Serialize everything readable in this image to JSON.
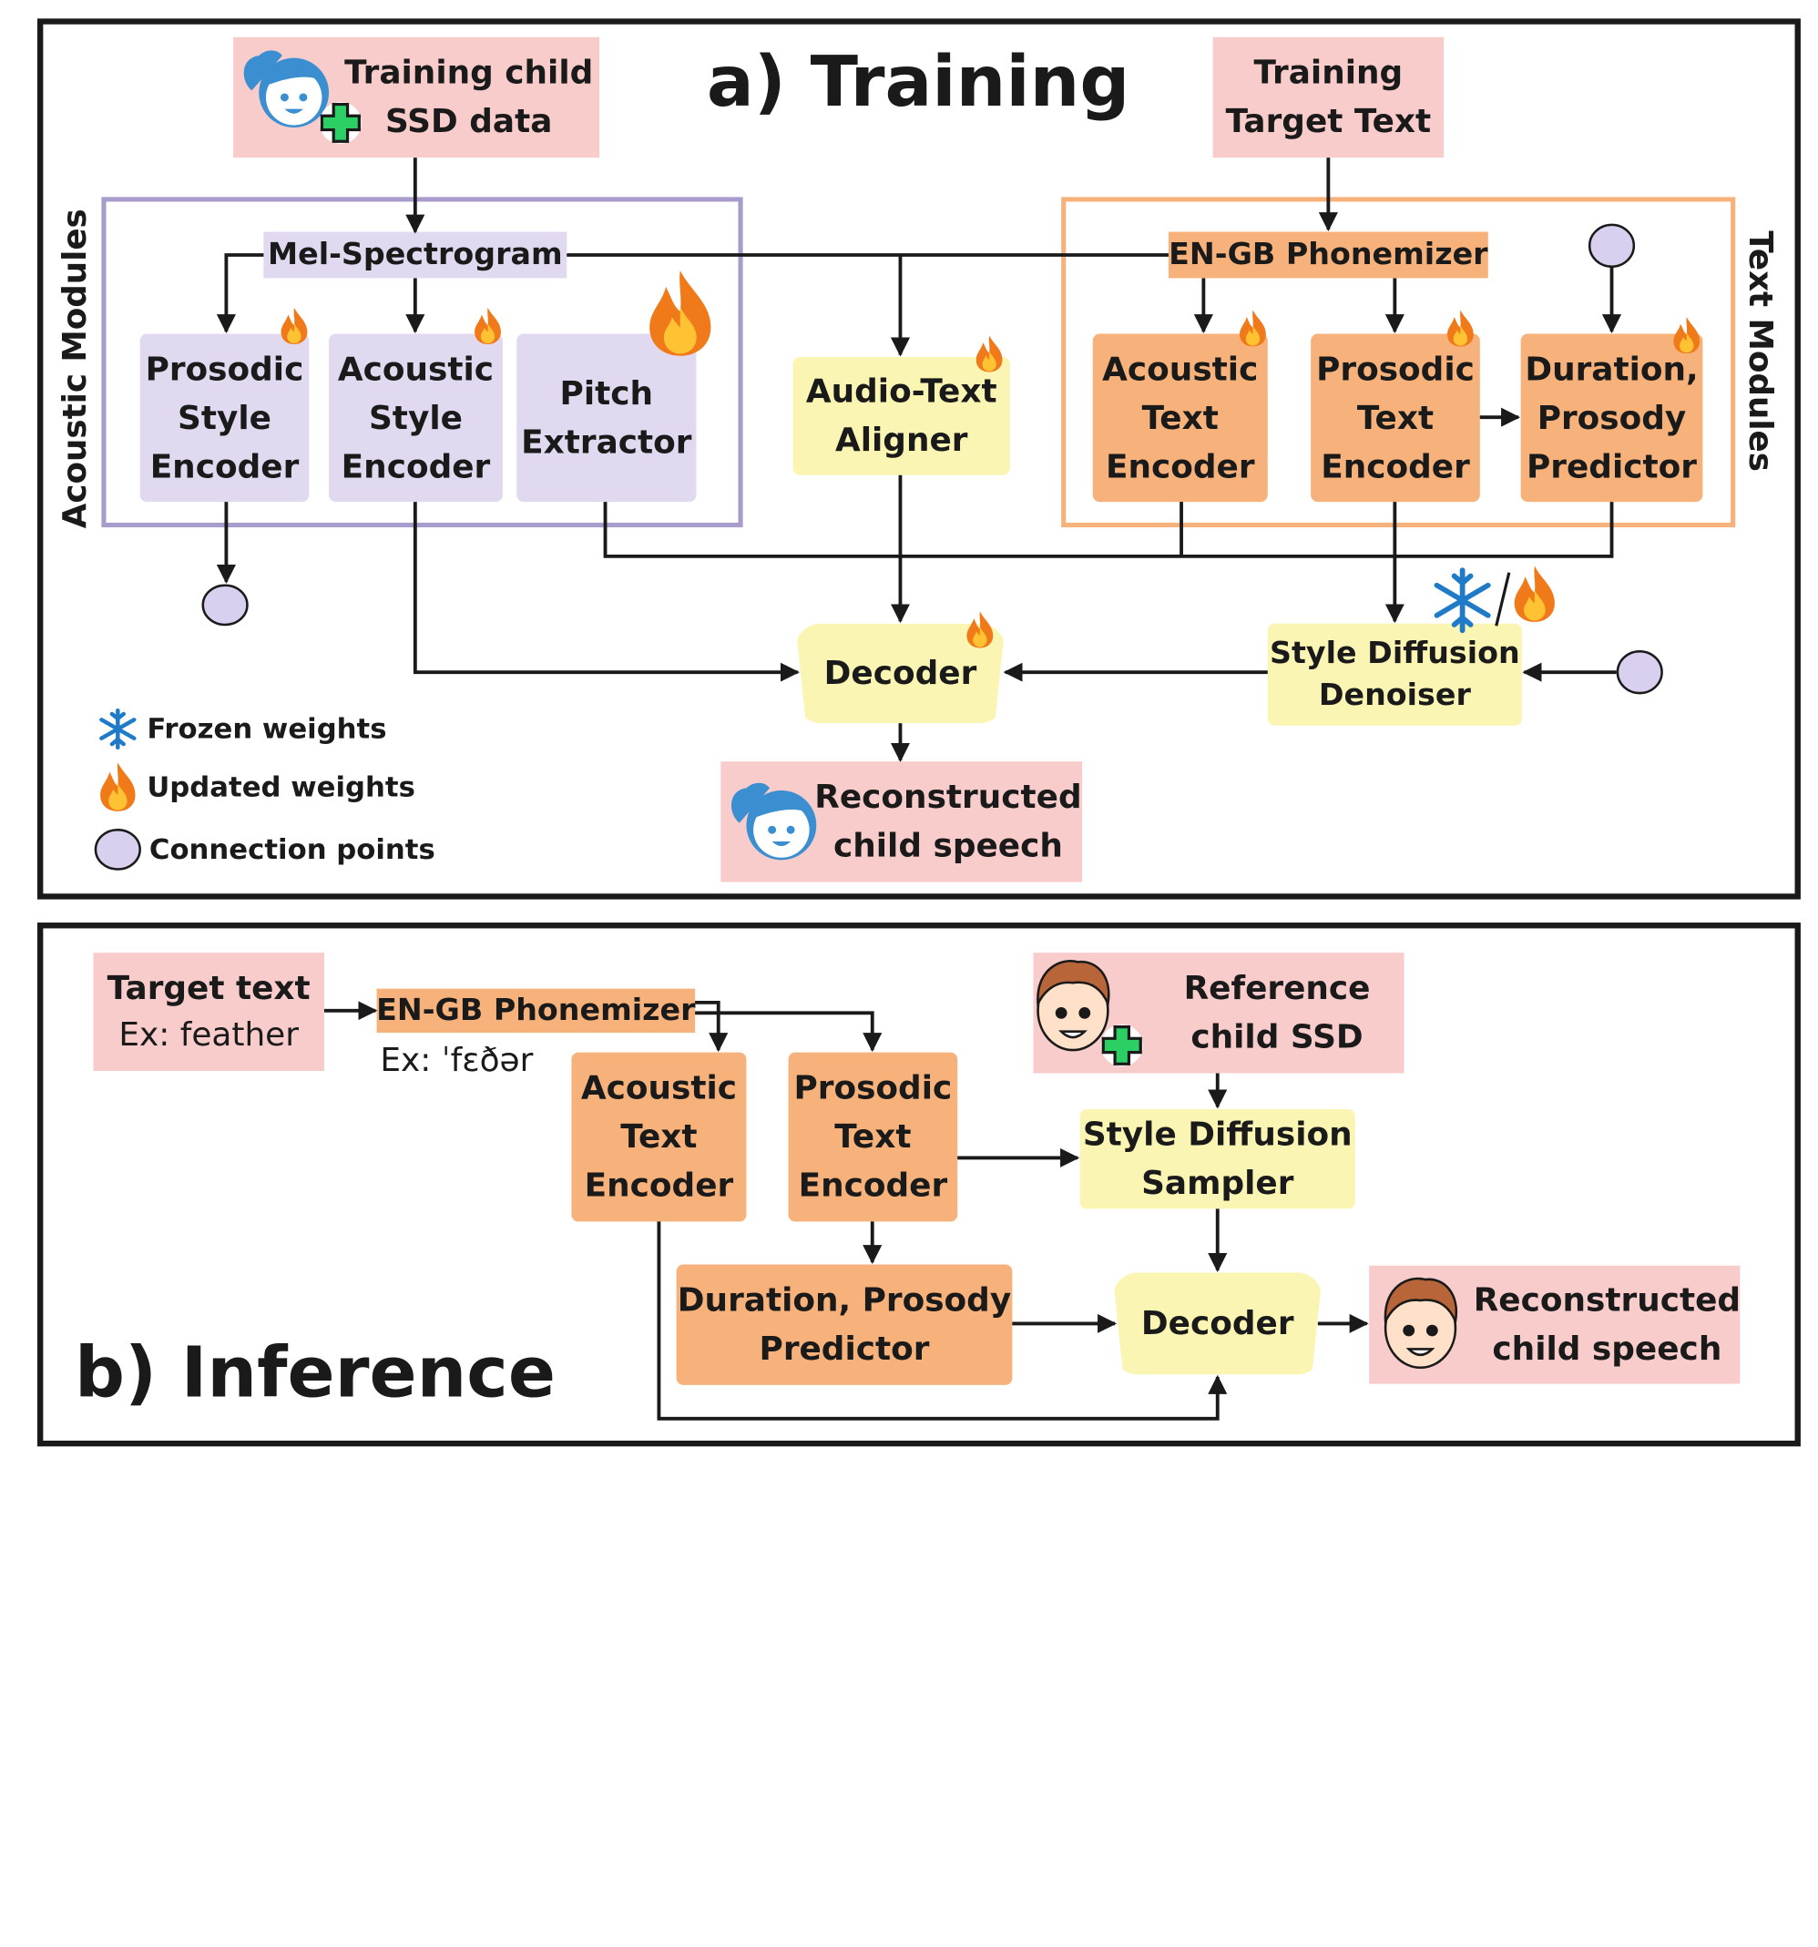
{
  "training": {
    "title": "a) Training",
    "input_data": "Training child\nSSD data",
    "target_text": "Training\nTarget Text",
    "mel": "Mel-Spectrogram",
    "phonemizer": "EN-GB Phonemizer",
    "acoustic_modules_label": "Acoustic Modules",
    "text_modules_label": "Text Modules",
    "prosodic_style_encoder": "Prosodic\nStyle\nEncoder",
    "acoustic_style_encoder": "Acoustic\nStyle\nEncoder",
    "pitch_extractor": "Pitch\nExtractor",
    "aligner": "Audio-Text\nAligner",
    "acoustic_text_encoder": "Acoustic\nText\nEncoder",
    "prosodic_text_encoder": "Prosodic\nText\nEncoder",
    "duration_predictor": "Duration,\nProsody\nPredictor",
    "decoder": "Decoder",
    "style_diffusion": "Style Diffusion\nDenoiser",
    "output": "Reconstructed\nchild speech"
  },
  "legend": {
    "frozen": "Frozen weights",
    "updated": "Updated weights",
    "connection": "Connection points"
  },
  "inference": {
    "title": "b) Inference",
    "target_text": "Target text",
    "target_example": "Ex: feather",
    "phonemizer": "EN-GB Phonemizer",
    "phoneme_example": "Ex: ˈfɛðər",
    "reference": "Reference\nchild SSD",
    "acoustic_text_encoder": "Acoustic\nText\nEncoder",
    "prosodic_text_encoder": "Prosodic\nText\nEncoder",
    "style_sampler": "Style Diffusion\nSampler",
    "duration_predictor": "Duration, Prosody\nPredictor",
    "decoder": "Decoder",
    "output": "Reconstructed\nchild speech"
  },
  "colors": {
    "pink": "#f9cccc",
    "purple": "#e0d9f0",
    "orange": "#f6b27a",
    "yellow": "#fbf5b4",
    "acoustic_border": "#a79ccc",
    "text_border": "#f6b27a",
    "connection_point": "#d9d0ef",
    "frozen_blue": "#1f7bc8",
    "flame": "#f07a1a"
  },
  "icons": [
    "child-girl-icon",
    "plus-icon",
    "child-boy-icon",
    "snowflake-icon",
    "flame-icon",
    "connection-point-icon"
  ]
}
